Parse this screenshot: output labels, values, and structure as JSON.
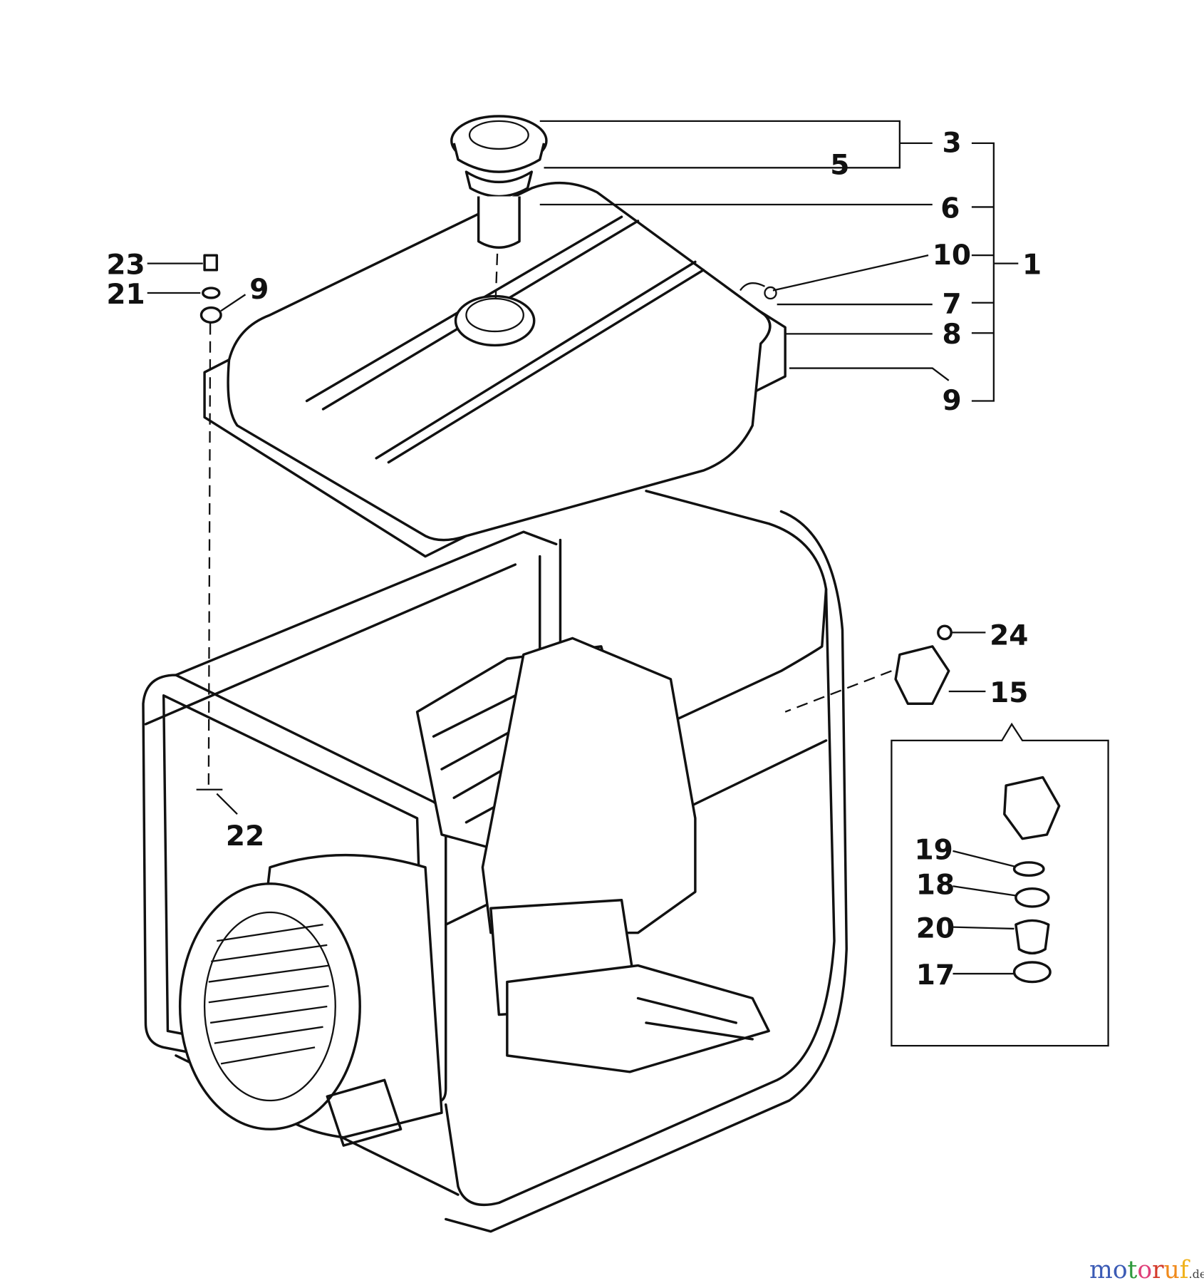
{
  "diagram": {
    "callouts": {
      "c3": "3",
      "c5": "5",
      "c6": "6",
      "c10": "10",
      "c1": "1",
      "c7": "7",
      "c8": "8",
      "c9a": "9",
      "c23": "23",
      "c21": "21",
      "c9b": "9",
      "c22": "22",
      "c24": "24",
      "c15": "15",
      "c19": "19",
      "c18": "18",
      "c20": "20",
      "c17": "17"
    },
    "watermark": {
      "letters": [
        "m",
        "o",
        "t",
        "o",
        "r",
        "u",
        "f"
      ],
      "suffix": ".de",
      "colors": [
        "#3b5bb5",
        "#3b5bb5",
        "#2e9a3c",
        "#e0407a",
        "#d43a2a",
        "#f08a1c",
        "#f0b21c"
      ]
    }
  }
}
